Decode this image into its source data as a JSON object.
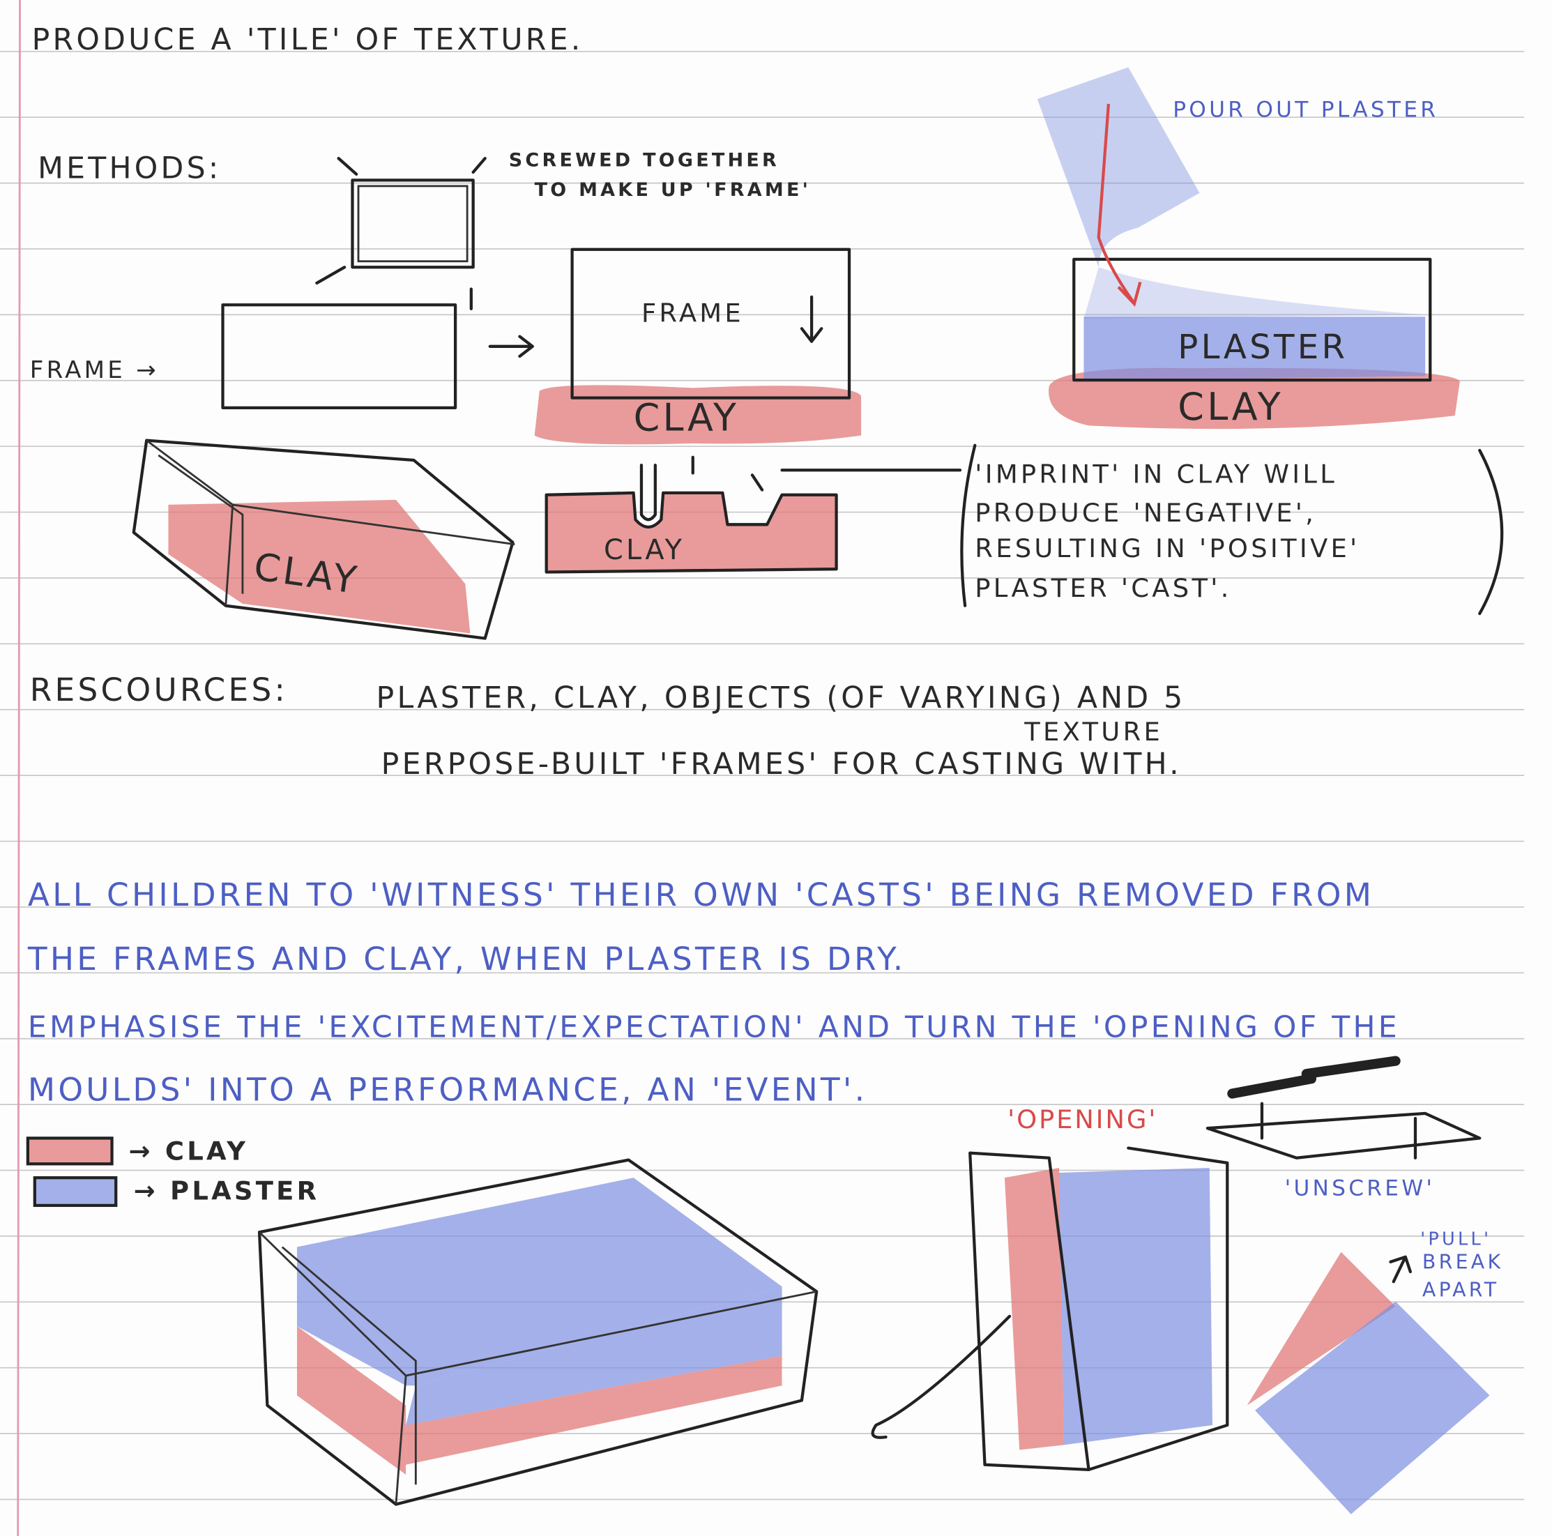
{
  "title": "PRODUCE A 'TILE' OF TEXTURE.",
  "methods": {
    "heading": "METHODS:",
    "screw_note_1": "SCREWED TOGETHER",
    "screw_note_2": "TO MAKE UP 'FRAME'",
    "frame_label": "FRAME →",
    "frame_inner": "FRAME",
    "clay_step2": "CLAY",
    "clay_imprint": "CLAY",
    "clay_iso": "CLAY",
    "pour_label": "POUR OUT PLASTER",
    "plaster_label": "PLASTER",
    "clay_step3": "CLAY",
    "imprint_note": [
      "'IMPRINT' IN CLAY WILL",
      "PRODUCE 'NEGATIVE',",
      "RESULTING IN 'POSITIVE'",
      "PLASTER 'CAST'."
    ]
  },
  "resources": {
    "heading": "RESCOURCES:",
    "line1": "PLASTER, CLAY, OBJECTS (OF VARYING) AND 5",
    "line1_sub": "TEXTURE",
    "line2": "PERPOSE-BUILT 'FRAMES' FOR CASTING WITH."
  },
  "notes": [
    "ALL CHILDREN TO 'WITNESS' THEIR OWN 'CASTS' BEING REMOVED FROM",
    "THE FRAMES AND CLAY, WHEN PLASTER IS DRY.",
    "EMPHASISE THE 'EXCITEMENT/EXPECTATION' AND TURN THE 'OPENING OF THE",
    "MOULDS' INTO A PERFORMANCE, AN 'EVENT'."
  ],
  "legend": {
    "clay": "→ CLAY",
    "plaster": "→ PLASTER"
  },
  "final": {
    "opening": "'OPENING'",
    "unscrew": "'UNSCREW'",
    "pull": "'PULL'",
    "break1": "BREAK",
    "break2": "APART"
  },
  "colors": {
    "ink": "#2a2a2a",
    "clay": "#d84a4a",
    "plaster": "#4d5fc4",
    "rule": "#c8c8c8",
    "margin": "#e49ab2"
  }
}
